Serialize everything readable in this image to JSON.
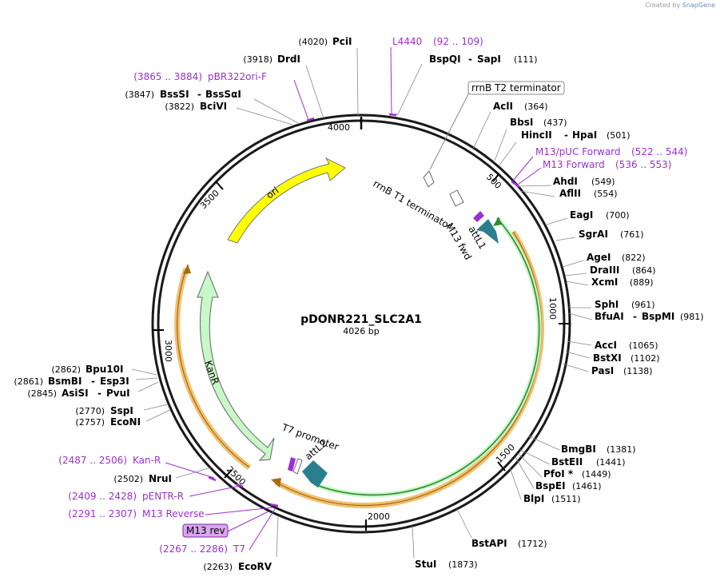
{
  "credit": {
    "prefix": "Created by",
    "brand": "SnapGene"
  },
  "plasmid": {
    "name": "pDONR221_SLC2A1",
    "length": "4026 bp"
  },
  "ticks": [
    "500",
    "1000",
    "1500",
    "2000",
    "2500",
    "3000",
    "3500",
    "4000"
  ],
  "features": {
    "ori": "ori",
    "kanr": "KanR",
    "rrnb_t1": "rrnB T1 terminator",
    "rrnb_t2": "rrnB T2 terminator",
    "m13_fwd": "M13 fwd",
    "attl1": "attL1",
    "t7_promoter": "T7 promoter",
    "attl2": "attL2",
    "m13_rev": "M13 rev"
  },
  "sites_right": [
    {
      "name": "BspQI",
      "name2": "SapI",
      "pos": "(111)"
    },
    {
      "name": "AclI",
      "pos": "(364)"
    },
    {
      "name": "BbsI",
      "pos": "(437)"
    },
    {
      "name": "HincII",
      "name2": "HpaI",
      "pos": "(501)"
    },
    {
      "name": "AhdI",
      "pos": "(549)"
    },
    {
      "name": "AflII",
      "pos": "(554)"
    },
    {
      "name": "EagI",
      "pos": "(700)"
    },
    {
      "name": "SgrAI",
      "pos": "(761)"
    },
    {
      "name": "AgeI",
      "pos": "(822)"
    },
    {
      "name": "DraIII",
      "pos": "(864)"
    },
    {
      "name": "XcmI",
      "pos": "(889)"
    },
    {
      "name": "SphI",
      "pos": "(961)"
    },
    {
      "name": "BfuAI",
      "name2": "BspMI",
      "pos": "(981)"
    },
    {
      "name": "AccI",
      "pos": "(1065)"
    },
    {
      "name": "BstXI",
      "pos": "(1102)"
    },
    {
      "name": "PasI",
      "pos": "(1138)"
    },
    {
      "name": "BmgBI",
      "pos": "(1381)"
    },
    {
      "name": "BstEII",
      "pos": "(1441)"
    },
    {
      "name": "PfoI *",
      "pos": "(1449)"
    },
    {
      "name": "BspEI",
      "pos": "(1461)"
    },
    {
      "name": "BlpI",
      "pos": "(1511)"
    },
    {
      "name": "BstAPI",
      "pos": "(1712)"
    },
    {
      "name": "StuI",
      "pos": "(1873)"
    }
  ],
  "sites_left": [
    {
      "name": "PciI",
      "pos": "(4020)"
    },
    {
      "name": "DrdI",
      "pos": "(3918)"
    },
    {
      "name": "BssSI",
      "name2": "BssSαI",
      "pos": "(3847)"
    },
    {
      "name": "BciVI",
      "pos": "(3822)"
    },
    {
      "name": "Bpu10I",
      "pos": "(2862)"
    },
    {
      "name": "BsmBI",
      "name2": "Esp3I",
      "pos": "(2861)"
    },
    {
      "name": "AsiSI",
      "name2": "PvuI",
      "pos": "(2845)"
    },
    {
      "name": "SspI",
      "pos": "(2770)"
    },
    {
      "name": "EcoNI",
      "pos": "(2757)"
    },
    {
      "name": "NruI",
      "pos": "(2502)"
    },
    {
      "name": "EcoRV",
      "pos": "(2263)"
    }
  ],
  "primers": [
    {
      "name": "L4440",
      "range": "(92 .. 109)"
    },
    {
      "name": "M13/pUC Forward",
      "range": "(522 .. 544)"
    },
    {
      "name": "M13 Forward",
      "range": "(536 .. 553)"
    },
    {
      "name": "pBR322ori-F",
      "range": "(3865 .. 3884)"
    },
    {
      "name": "Kan-R",
      "range": "(2487 .. 2506)"
    },
    {
      "name": "pENTR-R",
      "range": "(2409 .. 2428)"
    },
    {
      "name": "M13 Reverse",
      "range": "(2291 .. 2307)"
    },
    {
      "name": "T7",
      "range": "(2267 .. 2286)"
    }
  ],
  "colors": {
    "backbone": "#1a1a1a",
    "ori": "#ffff00",
    "kanr": "#c8f7c8",
    "att": "#2a7f8f",
    "orf_orange": "#f0c070",
    "orf_green": "#2e8b2e",
    "primer": "#9b30d0"
  }
}
